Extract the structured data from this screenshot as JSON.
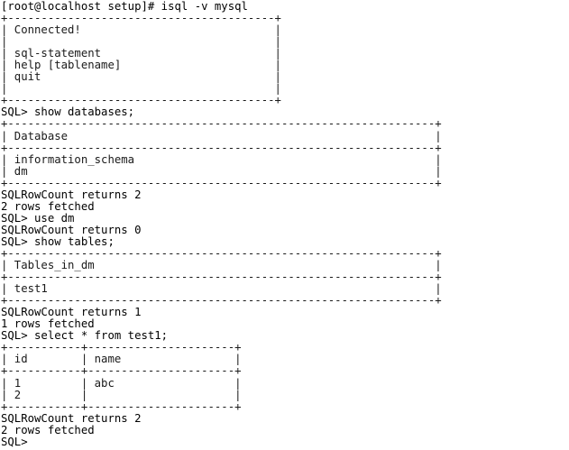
{
  "terminal": {
    "app": "isql",
    "window_title": "isql -v mysql",
    "colors": {
      "background": "#ffffff",
      "foreground": "#000000",
      "border": "#1a1a1a"
    },
    "shell_prompt": "[root@localhost setup]#",
    "shell_command": "isql -v mysql",
    "sql_prompt": "SQL>",
    "banner": {
      "connected_message": "Connected!",
      "help_lines": [
        "sql-statement",
        "help [tablename]",
        "quit"
      ],
      "box_width_chars": 42
    },
    "table_width_chars": 68,
    "commands": [
      {
        "command": "show databases;",
        "header": "Database",
        "rows": [
          "information_schema",
          "dm"
        ],
        "rowcount_message": "SQLRowCount returns 2",
        "fetched_message": "2 rows fetched"
      },
      {
        "command": "use dm",
        "rowcount_message": "SQLRowCount returns 0"
      },
      {
        "command": "show tables;",
        "header": "Tables_in_dm",
        "rows": [
          "test1"
        ],
        "rowcount_message": "SQLRowCount returns 1",
        "fetched_message": "1 rows fetched"
      },
      {
        "command": "select * from test1;",
        "headers": [
          "id",
          "name"
        ],
        "rows": [
          [
            "1",
            "abc"
          ],
          [
            "2",
            ""
          ]
        ],
        "rowcount_message": "SQLRowCount returns 2",
        "fetched_message": "2 rows fetched",
        "col_widths_chars": [
          12,
          22
        ]
      }
    ],
    "lines": [
      "[root@localhost setup]# isql -v mysql",
      "+----------------------------------------+",
      "| Connected!                             |",
      "|                                        |",
      "| sql-statement                          |",
      "| help [tablename]                       |",
      "| quit                                   |",
      "|                                        |",
      "+----------------------------------------+",
      "SQL> show databases;",
      "+----------------------------------------------------------------+",
      "| Database                                                       |",
      "+----------------------------------------------------------------+",
      "| information_schema                                             |",
      "| dm                                                             |",
      "+----------------------------------------------------------------+",
      "SQLRowCount returns 2",
      "2 rows fetched",
      "SQL> use dm",
      "SQLRowCount returns 0",
      "SQL> show tables;",
      "+----------------------------------------------------------------+",
      "| Tables_in_dm                                                   |",
      "+----------------------------------------------------------------+",
      "| test1                                                          |",
      "+----------------------------------------------------------------+",
      "SQLRowCount returns 1",
      "1 rows fetched",
      "SQL> select * from test1;",
      "+-----------+----------------------+",
      "| id        | name                 |",
      "+-----------+----------------------+",
      "| 1         | abc                  |",
      "| 2         |                      |",
      "+-----------+----------------------+",
      "SQLRowCount returns 2",
      "2 rows fetched",
      "SQL>"
    ]
  }
}
